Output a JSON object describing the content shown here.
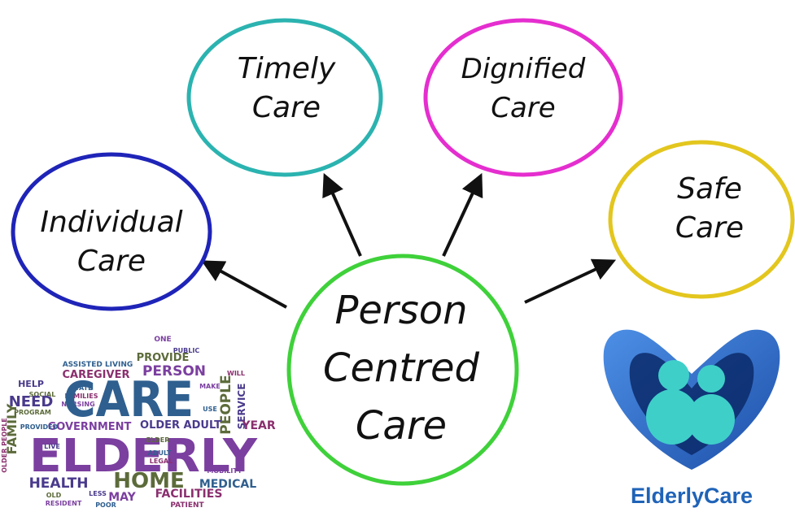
{
  "center": {
    "lines": [
      "Person",
      "Centred",
      "Care"
    ],
    "color": "#3fd13a"
  },
  "nodes": [
    {
      "id": "individual",
      "lines": [
        "Individual",
        "Care"
      ],
      "color": "#1f24b8"
    },
    {
      "id": "timely",
      "lines": [
        "Timely",
        "Care"
      ],
      "color": "#2bb3b0"
    },
    {
      "id": "dignified",
      "lines": [
        "Dignified",
        "Care"
      ],
      "color": "#e52ecf"
    },
    {
      "id": "safe",
      "lines": [
        "Safe",
        "Care"
      ],
      "color": "#e3c61e"
    }
  ],
  "arrow_color": "#111111",
  "word_cloud": {
    "words": [
      "CARE",
      "ELDERLY",
      "HOME",
      "HEALTH",
      "PERSON",
      "CAREGIVER",
      "PROVIDE",
      "OLDER ADULT",
      "PEOPLE",
      "FAMILY",
      "NEED",
      "GOVERNMENT",
      "SERVICE",
      "YEAR",
      "FACILITIES",
      "MEDICAL",
      "MAY",
      "PATIENT",
      "HELP",
      "ASSISTED LIVING",
      "ONE",
      "PUBLIC",
      "SOCIAL",
      "STATE",
      "FAMILIES",
      "NURSING",
      "PROGRAM",
      "ELDER",
      "ADULT",
      "LEGAL",
      "LIVE",
      "RESIDENT",
      "PROVIDED",
      "OLDER PEOPLE",
      "POOR",
      "LESS",
      "MOBILITY",
      "OLD",
      "MAKE",
      "USE",
      "WILL"
    ],
    "colors": [
      "#7b3fa0",
      "#4a3a8c",
      "#5c6b3a",
      "#2f5f8f",
      "#8a2f6e"
    ]
  },
  "logo": {
    "brand_part1": "Elderly",
    "brand_part2": "Care",
    "colors": {
      "text": "#1f63b8",
      "heart_outer": "#2a6fd0",
      "heart_inner": "#0b2a6a",
      "people": "#3fcfc9"
    }
  }
}
